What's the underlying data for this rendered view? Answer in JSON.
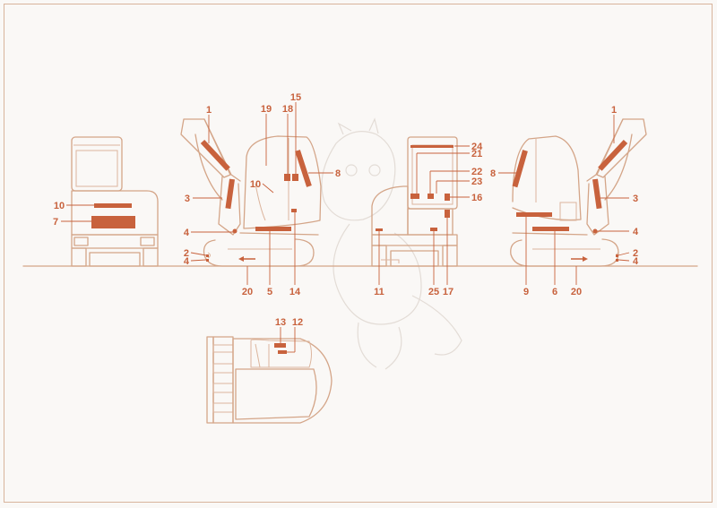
{
  "colors": {
    "background": "#faf8f6",
    "line": "#d4a588",
    "decal": "#c8623d",
    "frame": "#d8b49c"
  },
  "callouts": [
    "1",
    "2",
    "3",
    "4",
    "5",
    "6",
    "7",
    "8",
    "9",
    "10",
    "11",
    "12",
    "13",
    "14",
    "15",
    "16",
    "17",
    "18",
    "19",
    "20",
    "21",
    "22",
    "23",
    "24",
    "25"
  ]
}
